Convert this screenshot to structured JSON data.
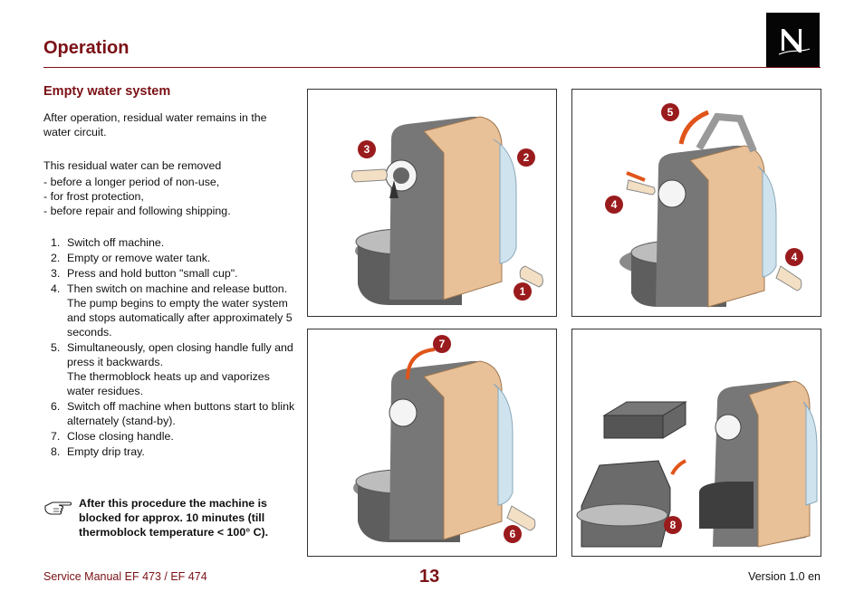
{
  "header": {
    "title": "Operation"
  },
  "section": {
    "title": "Empty water system"
  },
  "intro": "After operation, residual water remains in the water circuit.",
  "removal": {
    "lead": "This residual water can be removed",
    "items": [
      "- before a longer period of non-use,",
      "- for frost protection,",
      "- before repair and following shipping."
    ]
  },
  "steps": [
    {
      "num": "1.",
      "text": "Switch off machine."
    },
    {
      "num": "2.",
      "text": "Empty or remove water tank."
    },
    {
      "num": "3.",
      "text": "Press and hold button \"small cup\"."
    },
    {
      "num": "4.",
      "text": "Then switch on machine and release button.",
      "sub": "The pump begins to empty the water system and stops automatically after approximately 5 seconds."
    },
    {
      "num": "5.",
      "text": "Simultaneously, open closing handle fully and press it backwards.",
      "sub": "The thermoblock heats up and vaporizes water residues."
    },
    {
      "num": "6.",
      "text": "Switch off machine when buttons start to blink alternately (stand-by)."
    },
    {
      "num": "7.",
      "text": "Close closing handle."
    },
    {
      "num": "8.",
      "text": "Empty drip tray."
    }
  ],
  "note": {
    "icon": "pointing-hand-icon",
    "text": "After this procedure the machine is blocked for approx. 10 minutes (till thermoblock temperature < 100° C)."
  },
  "figures": {
    "p1": [
      "3",
      "2",
      "1"
    ],
    "p2": [
      "5",
      "4",
      "4"
    ],
    "p3": [
      "7",
      "6"
    ],
    "p4": [
      "8"
    ]
  },
  "colors": {
    "brand": "#7b1116",
    "badge": "#9a1b1d",
    "machine_body": "#e8c199",
    "machine_grey": "#6b6b6b"
  },
  "footer": {
    "left": "Service Manual EF 473 / EF 474",
    "page": "13",
    "right": "Version 1.0  en"
  }
}
